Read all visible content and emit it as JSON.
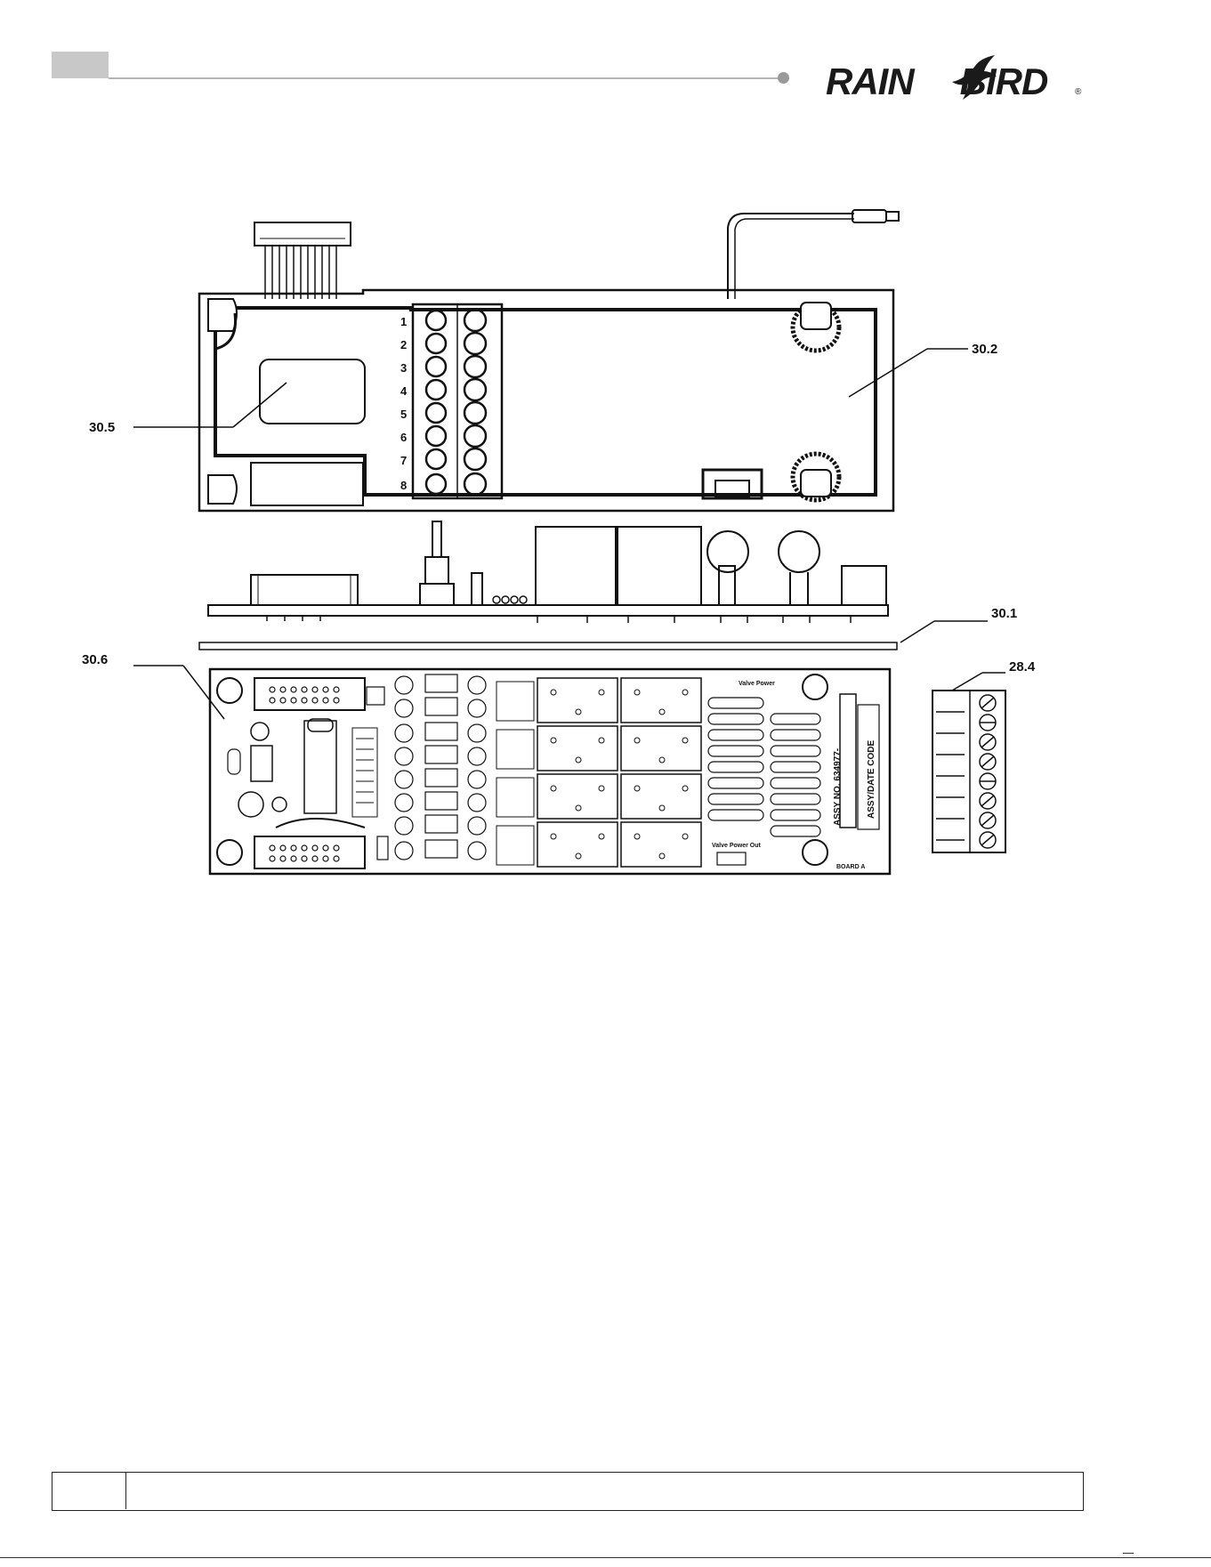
{
  "brand": {
    "name_left": "RAIN",
    "name_right": "BIRD",
    "registered": "®"
  },
  "callouts": {
    "c30_2": "30.2",
    "c30_5": "30.5",
    "c30_1": "30.1",
    "c30_6": "30.6",
    "c28_4": "28.4"
  },
  "terminal_numbers": [
    "1",
    "2",
    "3",
    "4",
    "5",
    "6",
    "7",
    "8"
  ],
  "pcb": {
    "assy_no": "ASSY NO. 634977-",
    "assy_date": "ASSY/DATE CODE",
    "valve_power": "Valve Power",
    "valve_power_out": "Valve Power Out",
    "board": "BOARD A"
  }
}
